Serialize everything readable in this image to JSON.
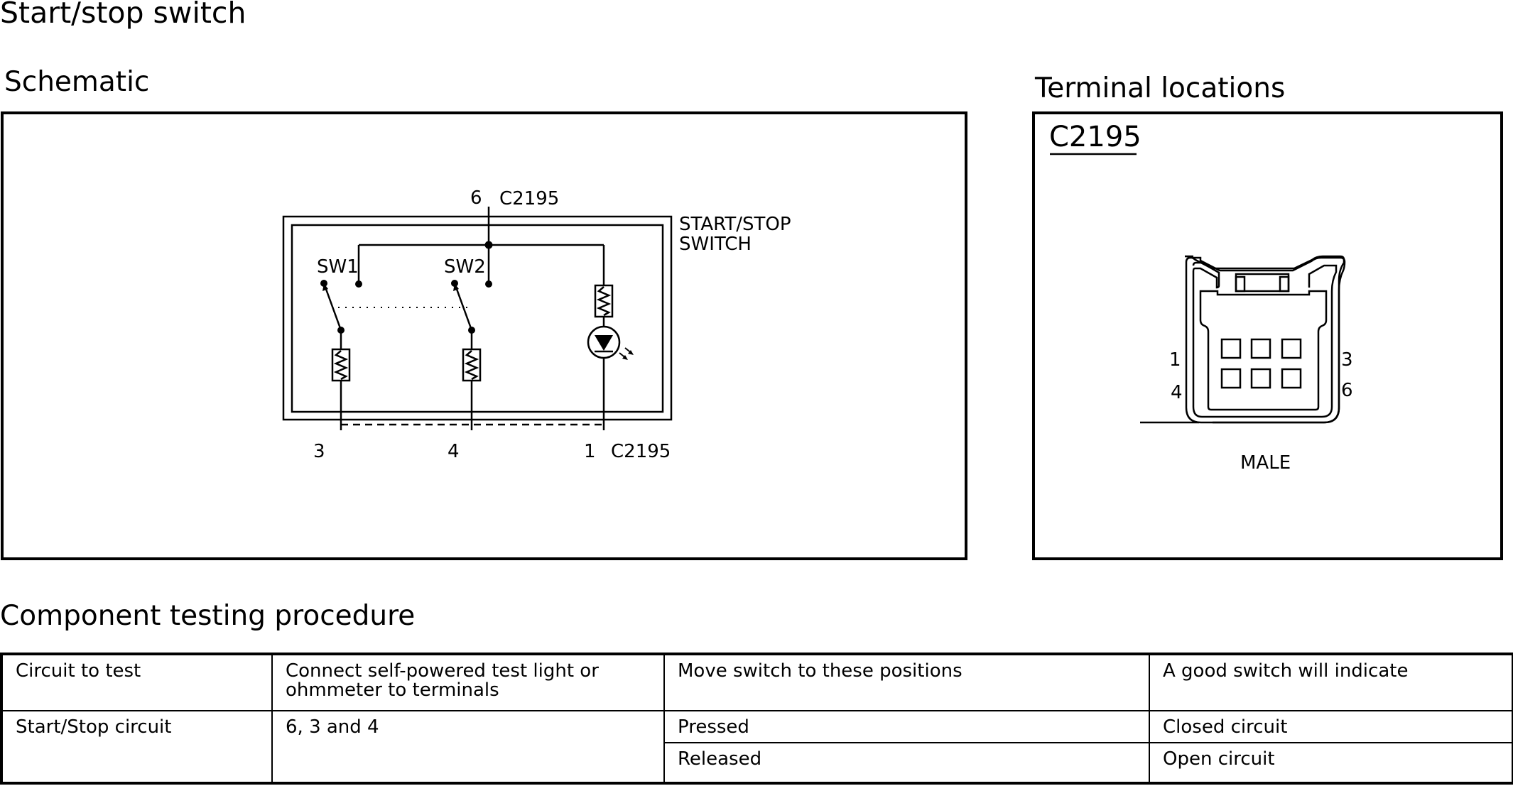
{
  "page_title": "Start/stop switch",
  "schematic": {
    "heading": "Schematic",
    "connector_top_pin": "6",
    "connector_top_id": "C2195",
    "switch_label_line1": "START/STOP",
    "switch_label_line2": "SWITCH",
    "sw1": "SW1",
    "sw2": "SW2",
    "pin_3": "3",
    "pin_4": "4",
    "pin_1": "1",
    "connector_bottom_id": "C2195"
  },
  "terminal_locations": {
    "heading": "Terminal locations",
    "connector_id": "C2195",
    "pin_1": "1",
    "pin_3": "3",
    "pin_4": "4",
    "pin_6": "6",
    "gender": "MALE"
  },
  "procedure": {
    "heading": "Component testing procedure",
    "headers": [
      "Circuit to test",
      "Connect self-powered test light or ohmmeter to terminals",
      "Move switch to these positions",
      "A good switch will indicate"
    ],
    "circuit": "Start/Stop circuit",
    "terminals": "6, 3 and 4",
    "rows": [
      {
        "position": "Pressed",
        "indication": "Closed circuit"
      },
      {
        "position": "Released",
        "indication": "Open circuit"
      }
    ]
  }
}
